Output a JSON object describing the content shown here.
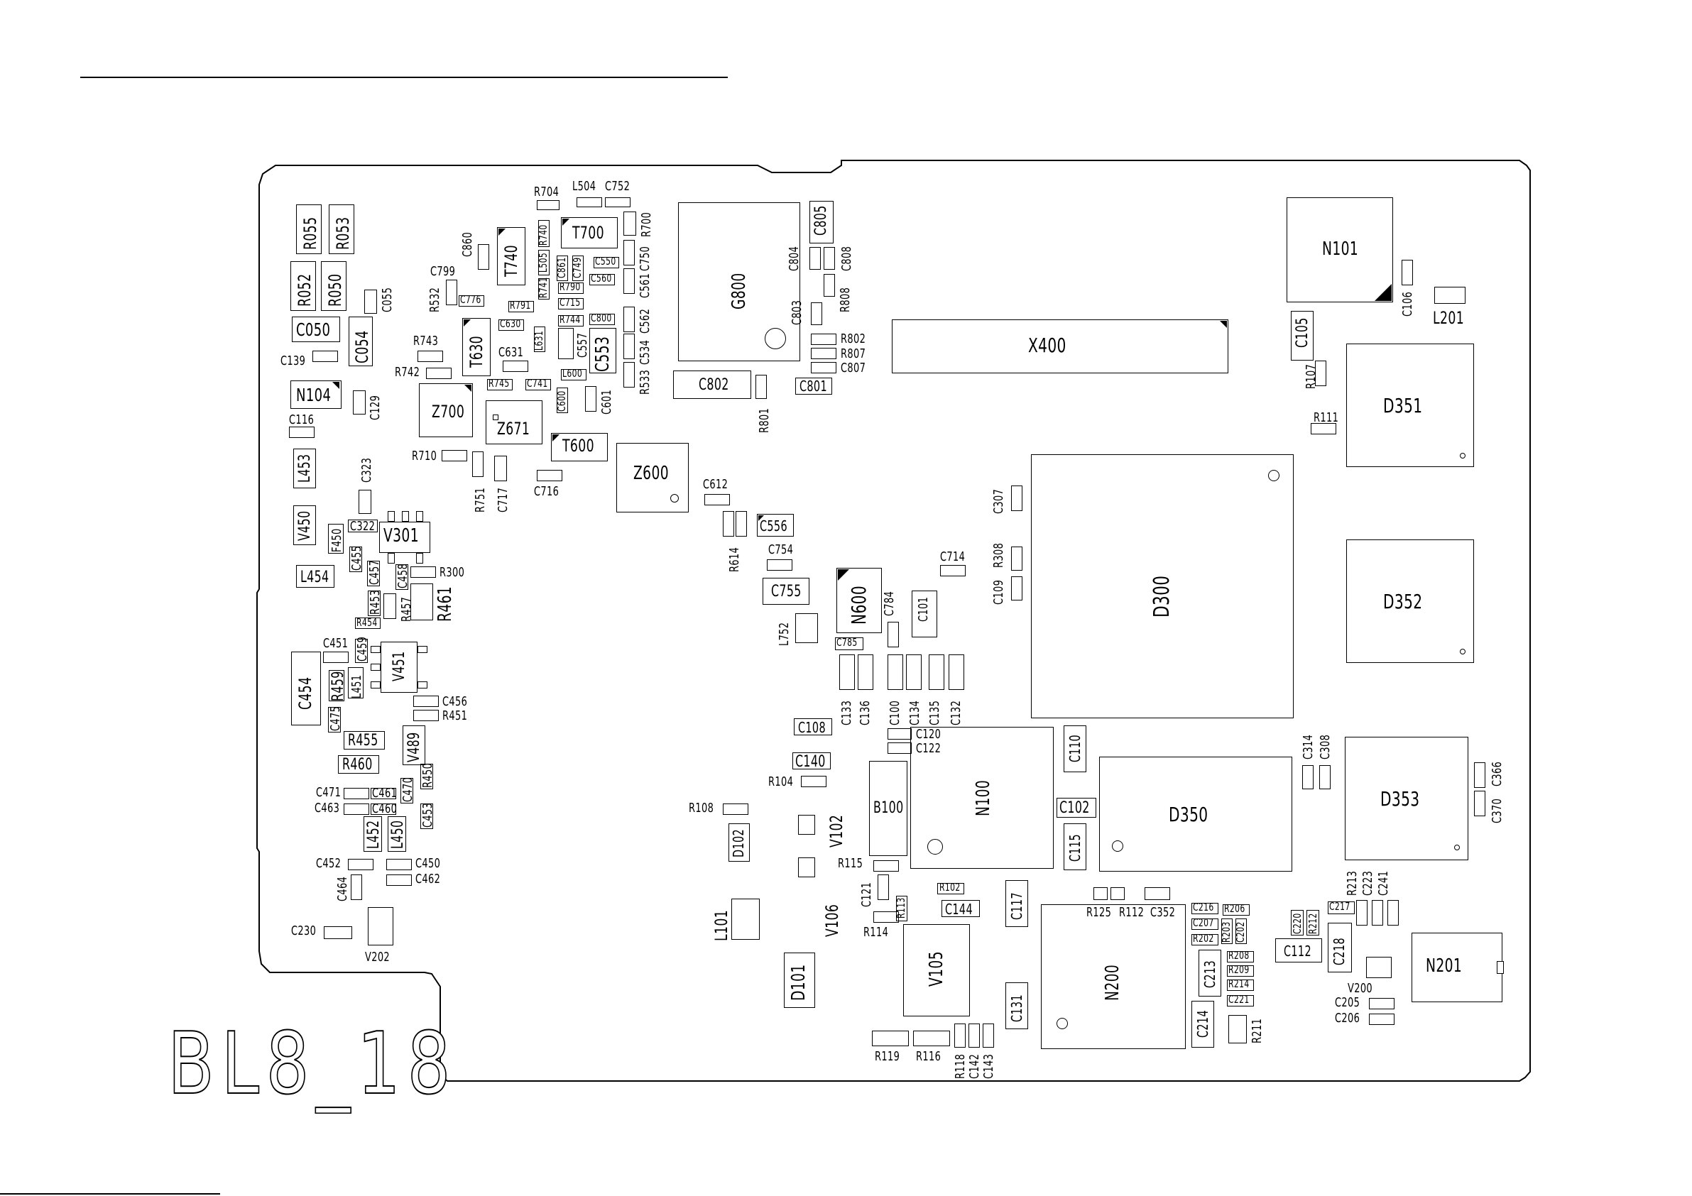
{
  "board": {
    "name": "BL8_18",
    "outline_color": "#000000",
    "background": "#ffffff"
  },
  "labels": {
    "R055": "R055",
    "R053": "R053",
    "R052": "R052",
    "R050": "R050",
    "C055": "C055",
    "C050": "C050",
    "C054": "C054",
    "C139": "C139",
    "N104": "N104",
    "C129": "C129",
    "C116": "C116",
    "L453": "L453",
    "C323": "C323",
    "V450": "V450",
    "F450": "F450",
    "C322": "C322",
    "V301": "V301",
    "L454": "L454",
    "C455": "C455",
    "C457": "C457",
    "C458": "C458",
    "R300": "R300",
    "R453": "R453",
    "R457": "R457",
    "R461": "R461",
    "R454": "R454",
    "C451": "C451",
    "C459": "C459",
    "C454": "C454",
    "R459": "R459",
    "L451": "L451",
    "V451": "V451",
    "C456": "C456",
    "R451": "R451",
    "C475": "C475",
    "R455": "R455",
    "V489": "V489",
    "R460": "R460",
    "C471": "C471",
    "C461": "C461",
    "C470": "C470",
    "R450": "R450",
    "C463": "C463",
    "C460": "C460",
    "C453": "C453",
    "L452": "L452",
    "L450": "L450",
    "C452": "C452",
    "C450": "C450",
    "C462": "C462",
    "C464": "C464",
    "C230": "C230",
    "V202": "V202",
    "R704": "R704",
    "L504": "L504",
    "C752": "C752",
    "T700": "T700",
    "R700": "R700",
    "C860": "C860",
    "T740": "T740",
    "R740": "R740",
    "L505": "L505",
    "R741": "R741",
    "C861": "C861",
    "C749": "C749",
    "C550": "C550",
    "C750": "C750",
    "C799": "C799",
    "R532": "R532",
    "C776": "C776",
    "R791": "R791",
    "R790": "R790",
    "C560": "C560",
    "C561": "C561",
    "C715": "C715",
    "R744": "R744",
    "C800": "C800",
    "C562": "C562",
    "C630": "C630",
    "L631": "L631",
    "C557": "C557",
    "C553": "C553",
    "C534": "C534",
    "R743": "R743",
    "T630": "T630",
    "C631": "C631",
    "R533": "R533",
    "R742": "R742",
    "R745": "R745",
    "C741": "C741",
    "L600": "L600",
    "C600": "C600",
    "C601": "C601",
    "Z700": "Z700",
    "Z671": "Z671",
    "T600": "T600",
    "R710": "R710",
    "R751": "R751",
    "C717": "C717",
    "C716": "C716",
    "Z600": "Z600",
    "G800": "G800",
    "C805": "C805",
    "C804": "C804",
    "C808": "C808",
    "R808": "R808",
    "C803": "C803",
    "R802": "R802",
    "R807": "R807",
    "C807": "C807",
    "C802": "C802",
    "C801": "C801",
    "R801": "R801",
    "X400": "X400",
    "N101": "N101",
    "C106": "C106",
    "L201": "L201",
    "C105": "C105",
    "R107": "R107",
    "R111": "R111",
    "D351": "D351",
    "D352": "D352",
    "D353": "D353",
    "C370": "C370",
    "C366": "C366",
    "C314": "C314",
    "C308": "C308",
    "D300": "D300",
    "C307": "C307",
    "C109": "C109",
    "R308": "R308",
    "C714": "C714",
    "C612": "C612",
    "C556": "C556",
    "R614": "R614",
    "C754": "C754",
    "C755": "C755",
    "N600": "N600",
    "C784": "C784",
    "C101": "C101",
    "L752": "L752",
    "C785": "C785",
    "C133": "C133",
    "C136": "C136",
    "C100": "C100",
    "C134": "C134",
    "C135": "C135",
    "C132": "C132",
    "C108": "C108",
    "C120": "C120",
    "C122": "C122",
    "C110": "C110",
    "C140": "C140",
    "R104": "R104",
    "N100": "N100",
    "D350": "D350",
    "R108": "R108",
    "V102": "V102",
    "B100": "B100",
    "C102": "C102",
    "D102": "D102",
    "C115": "C115",
    "R115": "R115",
    "C121": "C121",
    "V106": "V106",
    "R113": "R113",
    "R102": "R102",
    "C144": "C144",
    "C117": "C117",
    "R125": "R125",
    "R112": "R112",
    "C352": "C352",
    "C216": "C216",
    "R206": "R206",
    "C207": "C207",
    "R203": "R203",
    "C202": "C202",
    "R202": "R202",
    "R114": "R114",
    "L101": "L101",
    "V105": "V105",
    "N200": "N200",
    "C213": "C213",
    "R208": "R208",
    "R209": "R209",
    "R214": "R214",
    "C221": "C221",
    "C214": "C214",
    "R211": "R211",
    "C131": "C131",
    "D101": "D101",
    "R119": "R119",
    "R116": "R116",
    "R118": "R118",
    "C142": "C142",
    "C143": "C143",
    "C220": "C220",
    "R212": "R212",
    "C217": "C217",
    "R213": "R213",
    "C223": "C223",
    "C241": "C241",
    "C112": "C112",
    "C218": "C218",
    "N201": "N201",
    "V200": "V200",
    "C205": "C205",
    "C206": "C206"
  }
}
